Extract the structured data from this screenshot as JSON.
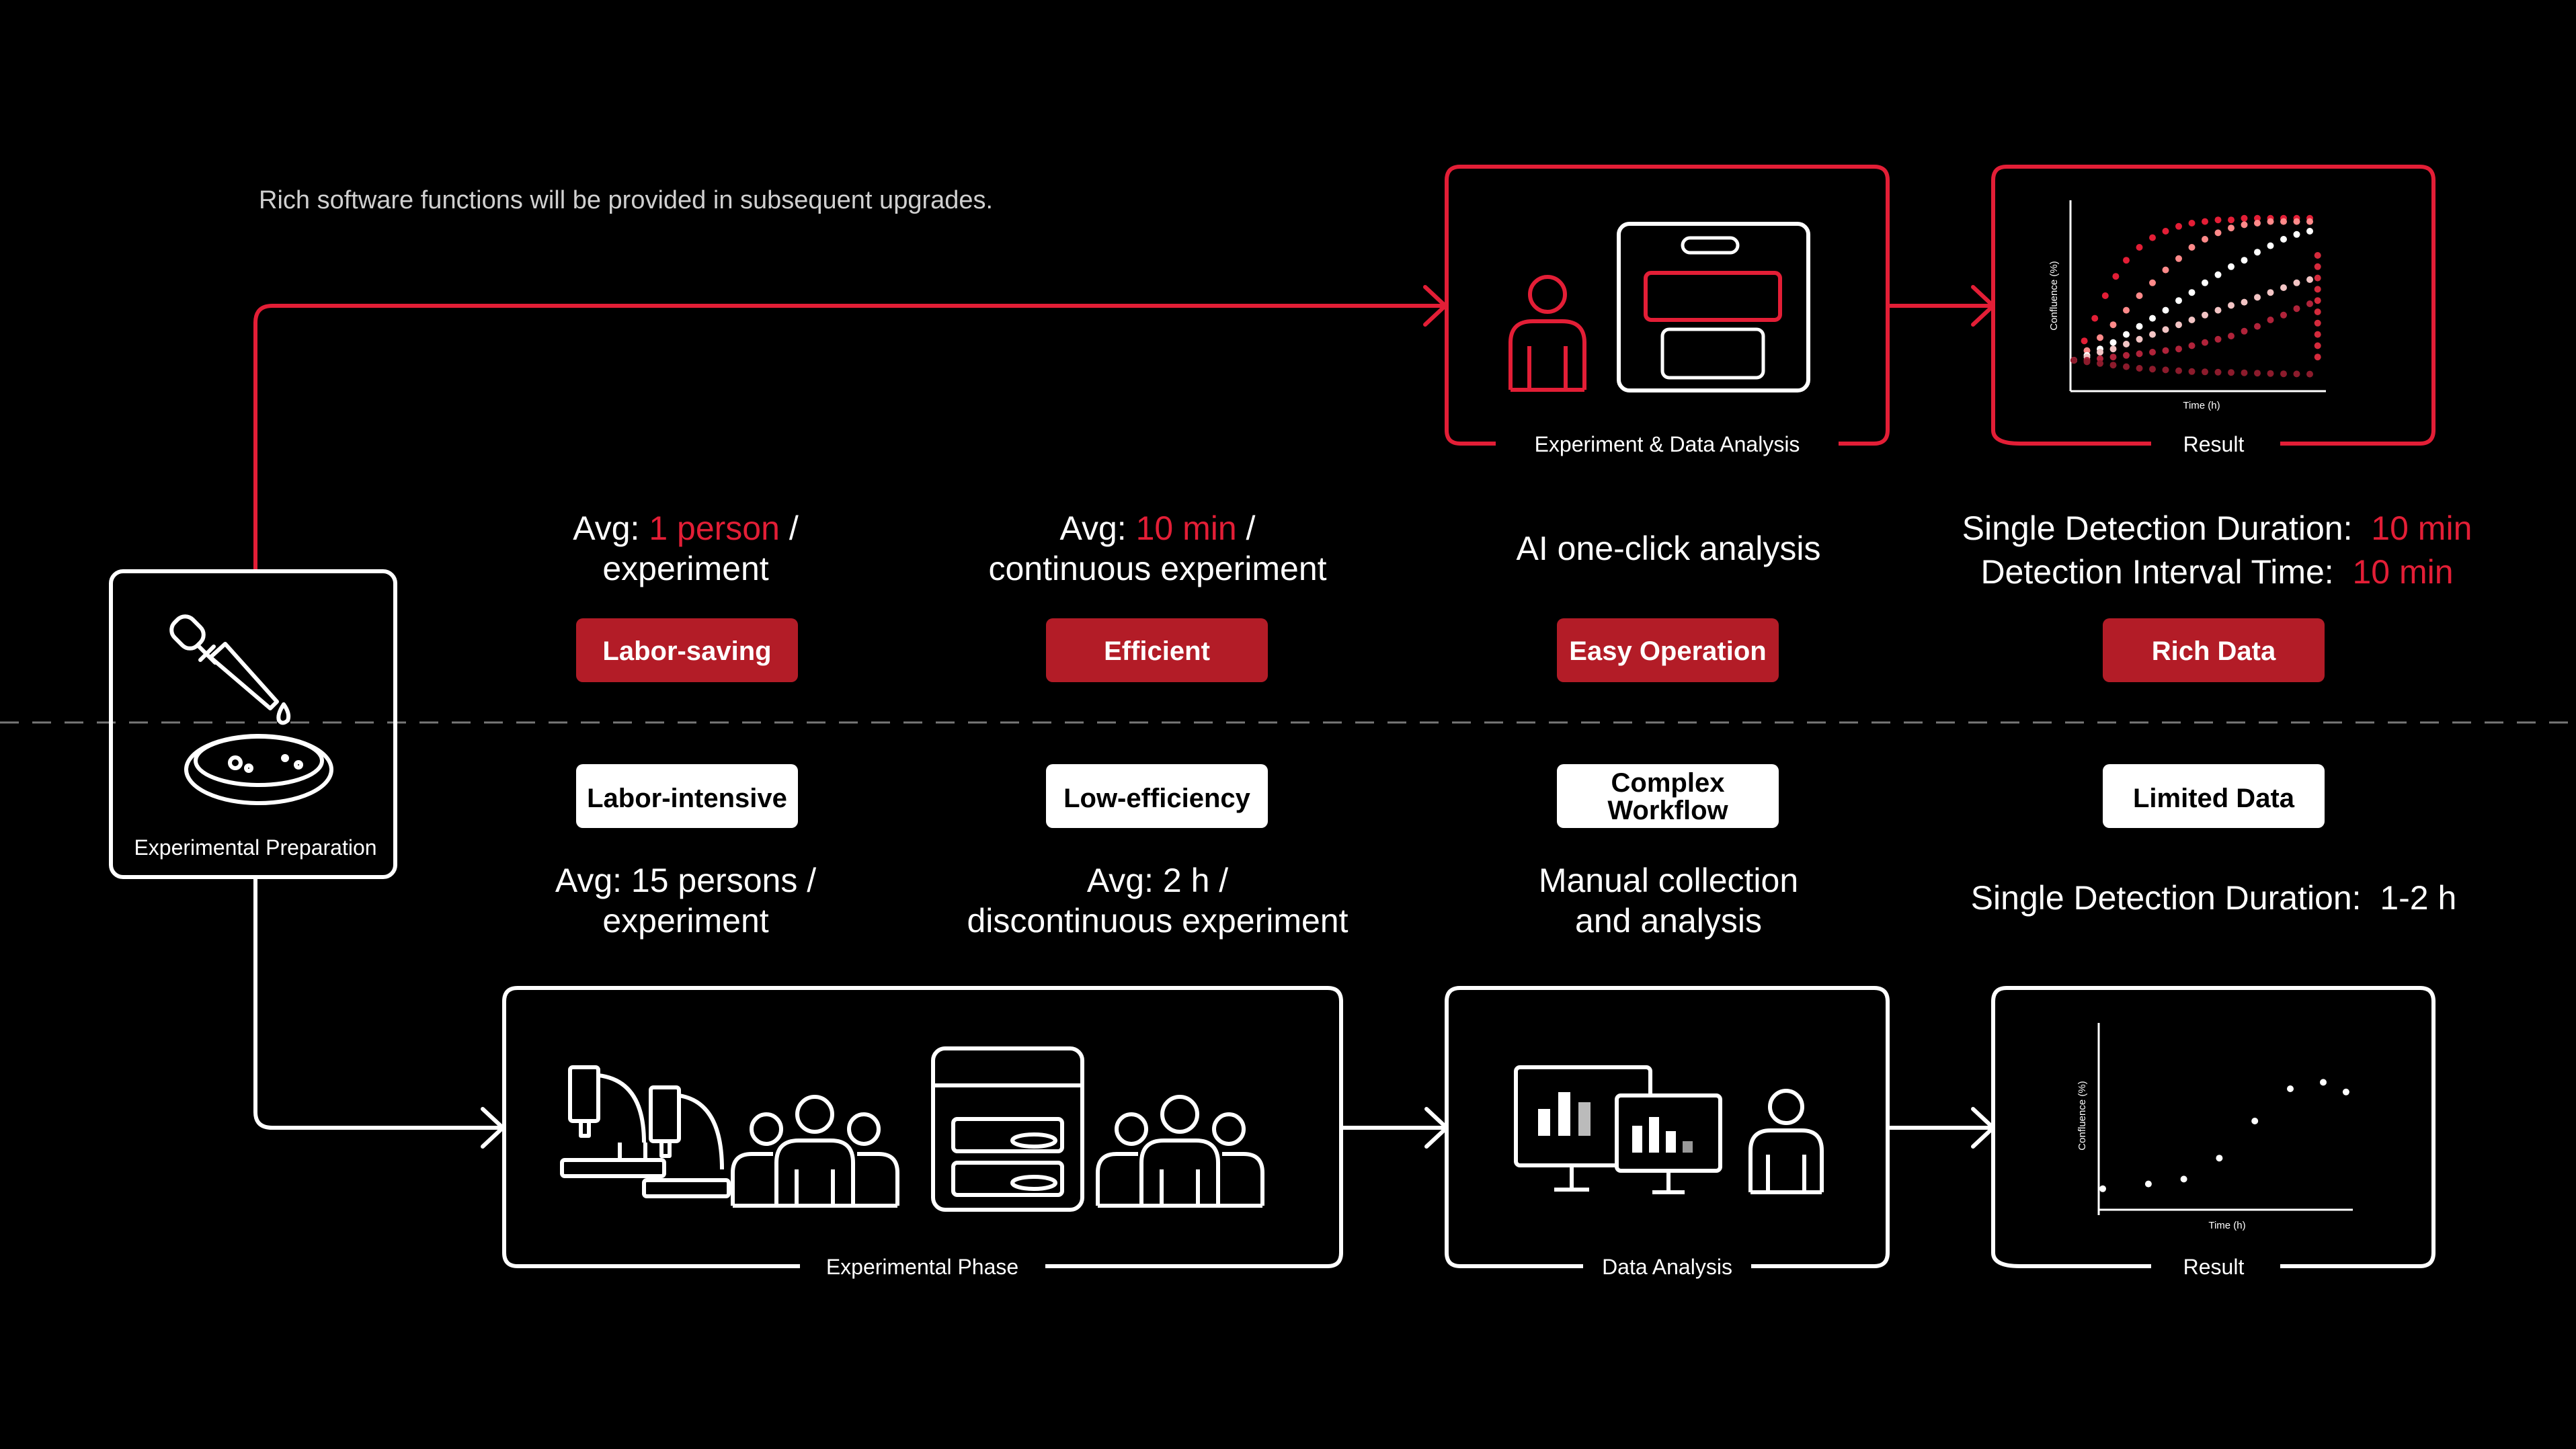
{
  "note": "Rich software functions will be provided in subsequent upgrades.",
  "colors": {
    "accent": "#e31e36",
    "badge_red": "#b31c27",
    "line": "#ffffff",
    "background": "#000000"
  },
  "prep": {
    "label": "Experimental Preparation",
    "icons": [
      "dropper-icon",
      "petri-dish-icon"
    ]
  },
  "top": {
    "exp_box": {
      "label": "Experiment & Data Analysis",
      "icons": [
        "person-icon",
        "device-icon"
      ]
    },
    "result_box": {
      "label": "Result",
      "ylabel": "Confluence (%)",
      "xlabel": "Time (h)"
    },
    "features": [
      {
        "pre": "Avg: ",
        "hl": "1 person",
        "post": " /",
        "line2": "experiment",
        "badge": "Labor-saving"
      },
      {
        "pre": "Avg: ",
        "hl": "10 min",
        "post": " /",
        "line2": "continuous experiment",
        "badge": "Efficient"
      },
      {
        "text": "AI one-click analysis",
        "badge": "Easy Operation"
      },
      {
        "l1pre": "Single Detection Duration:  ",
        "l1hl": "10 min",
        "l2pre": "Detection Interval Time:  ",
        "l2hl": "10 min",
        "badge": "Rich Data"
      }
    ]
  },
  "bottom": {
    "exp_box": {
      "label": "Experimental Phase",
      "icons": [
        "microscope-icon",
        "people-icon",
        "incubator-icon",
        "people-icon"
      ]
    },
    "analysis_box": {
      "label": "Data Analysis",
      "icons": [
        "monitor-icon",
        "person-icon"
      ]
    },
    "result_box": {
      "label": "Result",
      "ylabel": "Confluence (%)",
      "xlabel": "Time (h)"
    },
    "features": [
      {
        "badge": "Labor-intensive",
        "line1": "Avg: 15 persons /",
        "line2": "experiment"
      },
      {
        "badge": "Low-efficiency",
        "line1": "Avg: 2 h /",
        "line2": "discontinuous experiment"
      },
      {
        "badge_l1": "Complex",
        "badge_l2": "Workflow",
        "line1": "Manual collection",
        "line2": "and analysis"
      },
      {
        "badge": "Limited Data",
        "line1": "Single Detection Duration:  1-2 h"
      }
    ]
  },
  "chart_data": [
    {
      "type": "scatter",
      "title": "",
      "xlabel": "Time (h)",
      "ylabel": "Confluence (%)",
      "xlim": [
        0,
        100
      ],
      "ylim": [
        0,
        100
      ],
      "series": [
        {
          "color": "#e31e36",
          "x": [
            0,
            4,
            8,
            12,
            16,
            20,
            25,
            30,
            35,
            40,
            45,
            50,
            55,
            60,
            65,
            70,
            75,
            80,
            85,
            90
          ],
          "y": [
            10,
            22,
            36,
            50,
            62,
            72,
            80,
            86,
            90,
            93,
            95,
            96,
            97,
            97,
            98,
            98,
            98,
            98,
            98,
            98
          ]
        },
        {
          "color": "#ff8a8a",
          "x": [
            0,
            5,
            10,
            15,
            20,
            25,
            30,
            35,
            40,
            45,
            50,
            55,
            60,
            65,
            70,
            75,
            80,
            85,
            90
          ],
          "y": [
            10,
            16,
            24,
            32,
            41,
            50,
            58,
            66,
            73,
            80,
            85,
            89,
            92,
            94,
            95,
            96,
            96,
            96,
            96
          ]
        },
        {
          "color": "#ffffff",
          "x": [
            0,
            5,
            10,
            15,
            20,
            25,
            30,
            35,
            40,
            45,
            50,
            55,
            60,
            65,
            70,
            75,
            80,
            85,
            90
          ],
          "y": [
            10,
            13,
            17,
            21,
            26,
            31,
            36,
            41,
            47,
            52,
            58,
            63,
            68,
            72,
            77,
            81,
            85,
            88,
            90
          ]
        },
        {
          "color": "#f2c4c4",
          "x": [
            0,
            5,
            10,
            15,
            20,
            25,
            30,
            35,
            40,
            45,
            50,
            55,
            60,
            65,
            70,
            75,
            80,
            85,
            90
          ],
          "y": [
            10,
            12,
            15,
            17,
            20,
            23,
            26,
            29,
            32,
            35,
            38,
            41,
            44,
            46,
            49,
            52,
            55,
            58,
            60
          ]
        },
        {
          "color": "#b0233a",
          "x": [
            0,
            5,
            10,
            15,
            20,
            25,
            30,
            35,
            40,
            45,
            50,
            55,
            60,
            65,
            70,
            75,
            80,
            85,
            90
          ],
          "y": [
            10,
            10,
            11,
            12,
            13,
            14,
            15,
            16,
            17,
            19,
            21,
            23,
            25,
            28,
            31,
            35,
            38,
            42,
            45
          ]
        },
        {
          "color": "#8c1b2c",
          "x": [
            0,
            5,
            10,
            15,
            20,
            25,
            30,
            35,
            40,
            45,
            50,
            55,
            60,
            65,
            70,
            75,
            80,
            85,
            90
          ],
          "y": [
            10,
            9,
            8,
            7,
            6,
            5,
            4.5,
            4,
            3.5,
            3,
            2.8,
            2.6,
            2.4,
            2.2,
            2,
            1.8,
            1.6,
            1.5,
            1.4
          ]
        },
        {
          "color": "#d42a3c",
          "x": [
            93,
            93,
            93,
            93,
            93,
            93,
            93,
            93,
            93,
            93
          ],
          "y": [
            75,
            68,
            61,
            54,
            47,
            40,
            33,
            26,
            19,
            12
          ]
        }
      ]
    },
    {
      "type": "scatter",
      "title": "",
      "xlabel": "Time (h)",
      "ylabel": "Confluence (%)",
      "xlim": [
        0,
        100
      ],
      "ylim": [
        0,
        100
      ],
      "series": [
        {
          "color": "#ffffff",
          "x": [
            0,
            18,
            32,
            46,
            60,
            74,
            87,
            96
          ],
          "y": [
            13,
            16,
            19,
            32,
            55,
            75,
            79,
            73
          ]
        }
      ]
    }
  ]
}
